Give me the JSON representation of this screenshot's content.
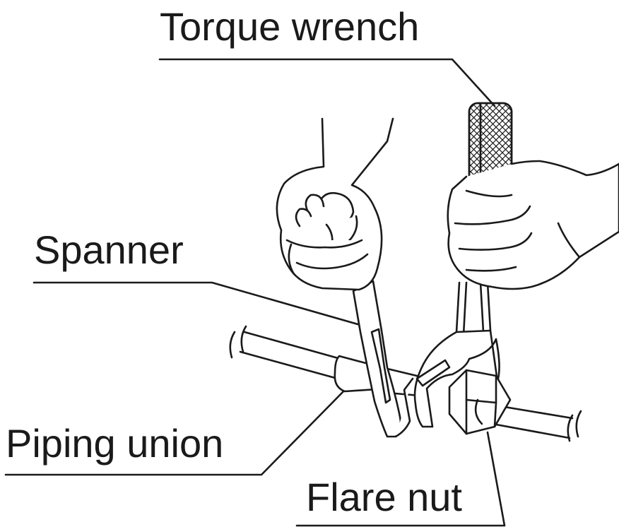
{
  "labels": {
    "torque_wrench": "Torque wrench",
    "spanner": "Spanner",
    "piping_union": "Piping union",
    "flare_nut": "Flare nut"
  },
  "colors": {
    "ink": "#1a1a1a",
    "background": "#ffffff"
  }
}
